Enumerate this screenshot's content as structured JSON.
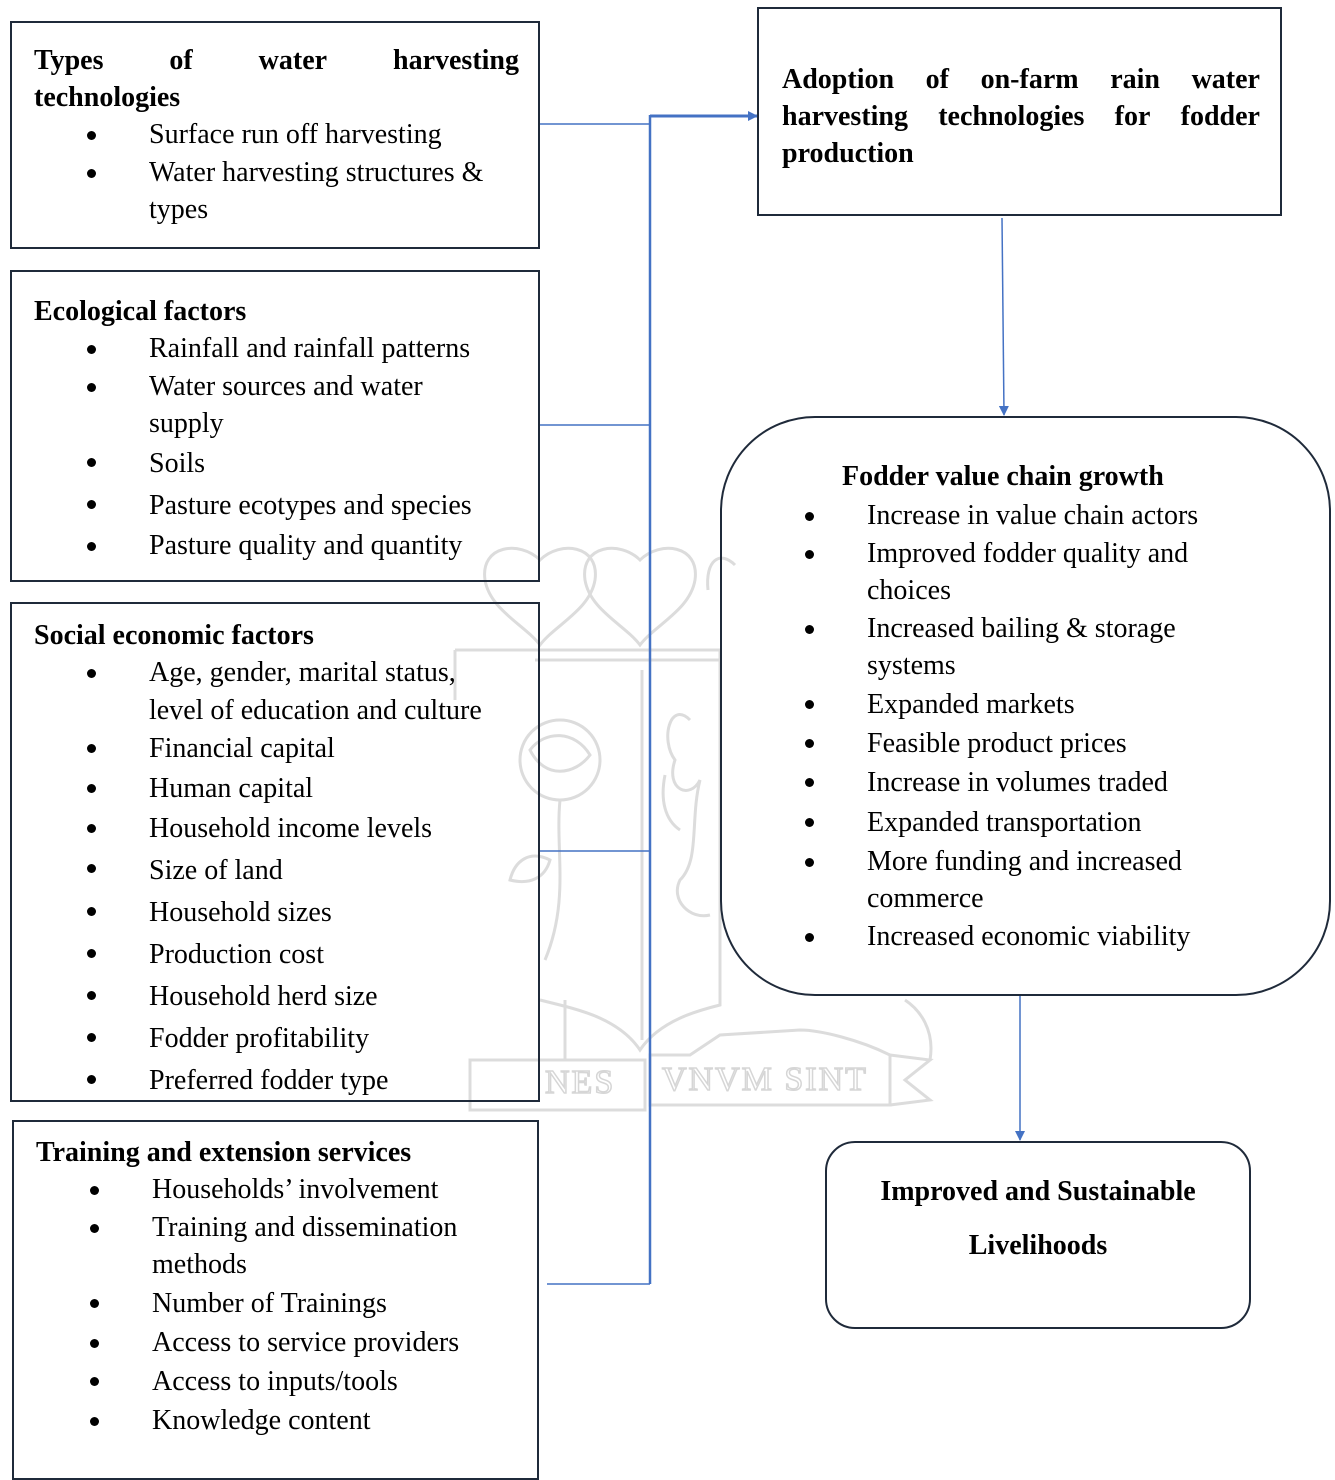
{
  "watermark": {
    "motto_left": "NES",
    "motto_right": "VNVM SINT"
  },
  "boxes": {
    "types": {
      "title_line1": [
        "Types",
        "of",
        "water",
        "harvesting"
      ],
      "title_line2": "technologies",
      "items": [
        [
          "Surface run off harvesting"
        ],
        [
          "Water harvesting structures &",
          "types"
        ]
      ]
    },
    "ecological": {
      "title": "Ecological factors",
      "items": [
        [
          "Rainfall and rainfall patterns"
        ],
        [
          "Water sources and water",
          "supply"
        ],
        [
          "Soils"
        ],
        [
          "Pasture ecotypes and species"
        ],
        [
          "Pasture quality and quantity"
        ]
      ]
    },
    "social": {
      "title": "Social economic factors",
      "items": [
        [
          "Age, gender, marital status,",
          "level of education and culture"
        ],
        [
          "Financial capital"
        ],
        [
          "Human capital"
        ],
        [
          "Household income levels"
        ],
        [
          "Size of land"
        ],
        [
          "Household sizes"
        ],
        [
          "Production cost"
        ],
        [
          "Household herd size"
        ],
        [
          "Fodder profitability"
        ],
        [
          "Preferred fodder type"
        ]
      ]
    },
    "training": {
      "title": "Training and extension services",
      "items": [
        [
          "Households’ involvement"
        ],
        [
          "Training and dissemination",
          "methods"
        ],
        [
          "Number of Trainings"
        ],
        [
          "Access to service providers"
        ],
        [
          "Access to inputs/tools"
        ],
        [
          "Knowledge content"
        ]
      ]
    },
    "adoption": {
      "lines": [
        [
          "Adoption",
          "of",
          "on-farm",
          "rain",
          "water"
        ],
        [
          "harvesting",
          "technologies",
          "for",
          "fodder"
        ],
        [
          "production"
        ]
      ]
    },
    "value_chain": {
      "title": "Fodder value chain growth",
      "items": [
        [
          "Increase in value chain actors"
        ],
        [
          "Improved fodder quality and",
          "choices"
        ],
        [
          "Increased bailing & storage",
          "systems"
        ],
        [
          "Expanded markets"
        ],
        [
          "Feasible product prices"
        ],
        [
          "Increase in volumes traded"
        ],
        [
          "Expanded transportation"
        ],
        [
          "More funding and increased",
          "commerce"
        ],
        [
          "Increased economic viability"
        ]
      ]
    },
    "livelihoods": {
      "line1": "Improved and Sustainable",
      "line2": "Livelihoods"
    }
  },
  "colors": {
    "connector": "#4472c4",
    "box_border": "#1f2a3a",
    "watermark": "#d9d9d9"
  }
}
